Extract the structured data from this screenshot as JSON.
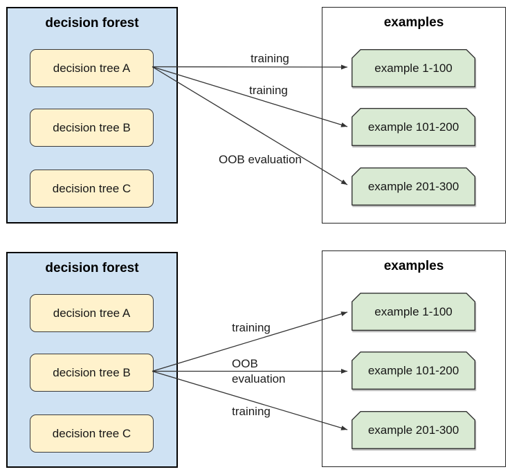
{
  "colors": {
    "forest_fill": "#cfe2f3",
    "forest_border": "#000000",
    "tree_fill": "#fff2cc",
    "tree_border": "#3a3a3a",
    "example_fill": "#d9ead3",
    "example_border": "#333333",
    "arrow": "#333333"
  },
  "diagrams": [
    {
      "forest": {
        "title": "decision forest",
        "trees": [
          "decision tree A",
          "decision tree B",
          "decision tree C"
        ]
      },
      "examples": {
        "title": "examples",
        "items": [
          "example 1-100",
          "example 101-200",
          "example 201-300"
        ]
      },
      "arrows": [
        {
          "label": "training",
          "from": "decision tree A",
          "to": "example 1-100"
        },
        {
          "label": "training",
          "from": "decision tree A",
          "to": "example 101-200"
        },
        {
          "label": "OOB evaluation",
          "from": "decision tree A",
          "to": "example 201-300"
        }
      ]
    },
    {
      "forest": {
        "title": "decision forest",
        "trees": [
          "decision tree A",
          "decision tree B",
          "decision tree C"
        ]
      },
      "examples": {
        "title": "examples",
        "items": [
          "example 1-100",
          "example 101-200",
          "example 201-300"
        ]
      },
      "arrows": [
        {
          "label": "training",
          "from": "decision tree B",
          "to": "example 1-100"
        },
        {
          "label": "OOB evaluation",
          "from": "decision tree B",
          "to": "example 101-200"
        },
        {
          "label": "training",
          "from": "decision tree B",
          "to": "example 201-300"
        }
      ]
    }
  ]
}
